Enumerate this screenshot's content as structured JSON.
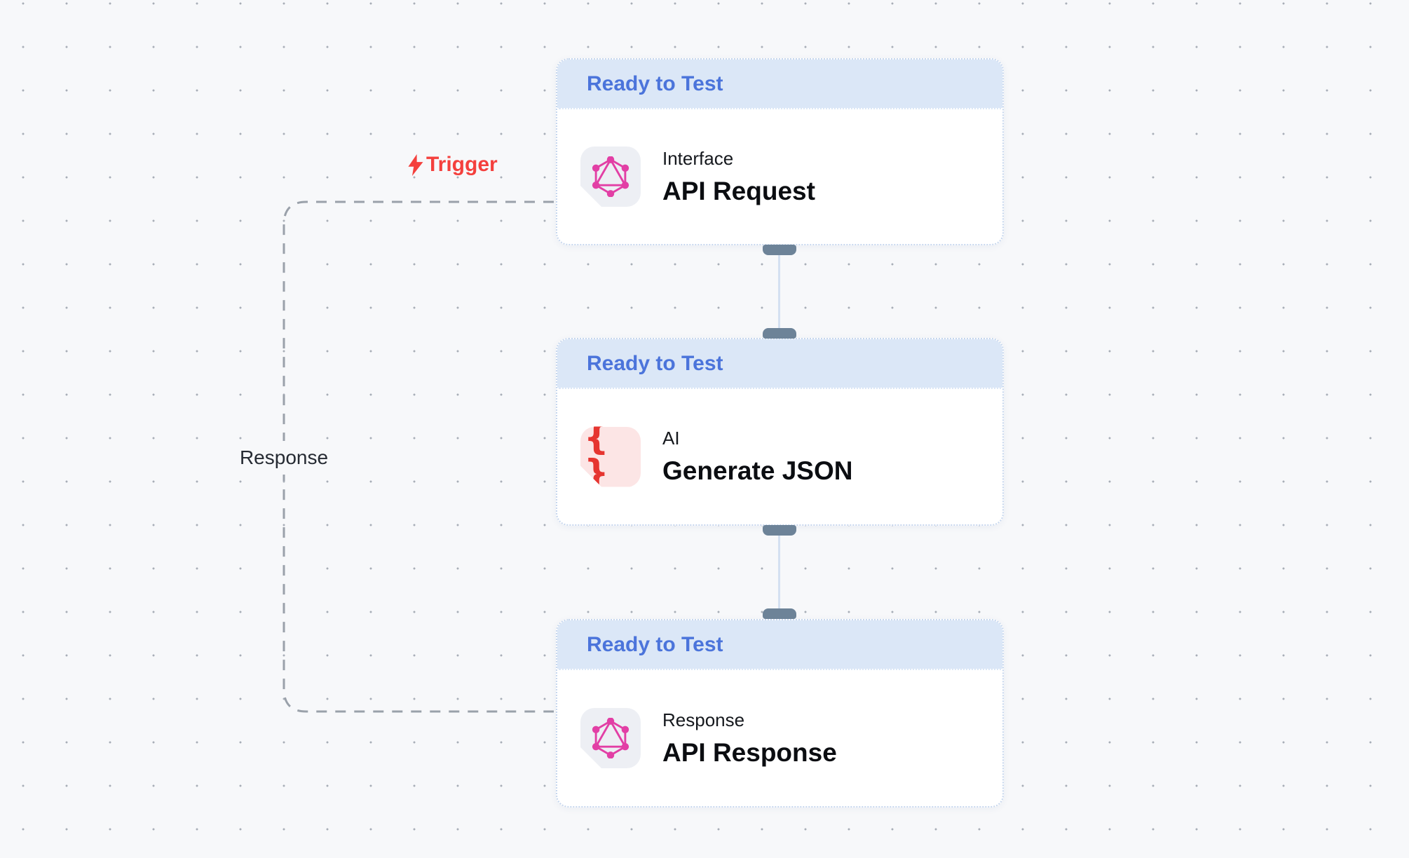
{
  "canvas": {
    "background": "#f7f8fa",
    "dot_color": "#a8aeb7"
  },
  "edges": {
    "trigger_label": "Trigger",
    "trigger_icon": "lightning-bolt-icon",
    "trigger_color": "#f4403d",
    "response_label": "Response",
    "loop_dash_color": "#9aa1aa",
    "connector_line_color": "#d4e0f1",
    "handle_color": "#6d8398"
  },
  "nodes": [
    {
      "status": "Ready to Test",
      "category": "Interface",
      "title": "API Request",
      "icon": "graphql",
      "icon_tile_color": "#edeff4",
      "icon_color": "#e23fa5"
    },
    {
      "status": "Ready to Test",
      "category": "AI",
      "title": "Generate JSON",
      "icon": "braces",
      "icon_glyph": "{ }",
      "icon_tile_color": "#fce5e5",
      "icon_color": "#e63530"
    },
    {
      "status": "Ready to Test",
      "category": "Response",
      "title": "API Response",
      "icon": "graphql",
      "icon_tile_color": "#edeff4",
      "icon_color": "#e23fa5"
    }
  ],
  "colors": {
    "node_header_bg": "#dbe7f7",
    "node_header_text": "#4b74db",
    "node_body_bg": "#ffffff",
    "node_border": "#c7d7ee",
    "title_text": "#0b0d11",
    "category_text": "#15181d"
  }
}
